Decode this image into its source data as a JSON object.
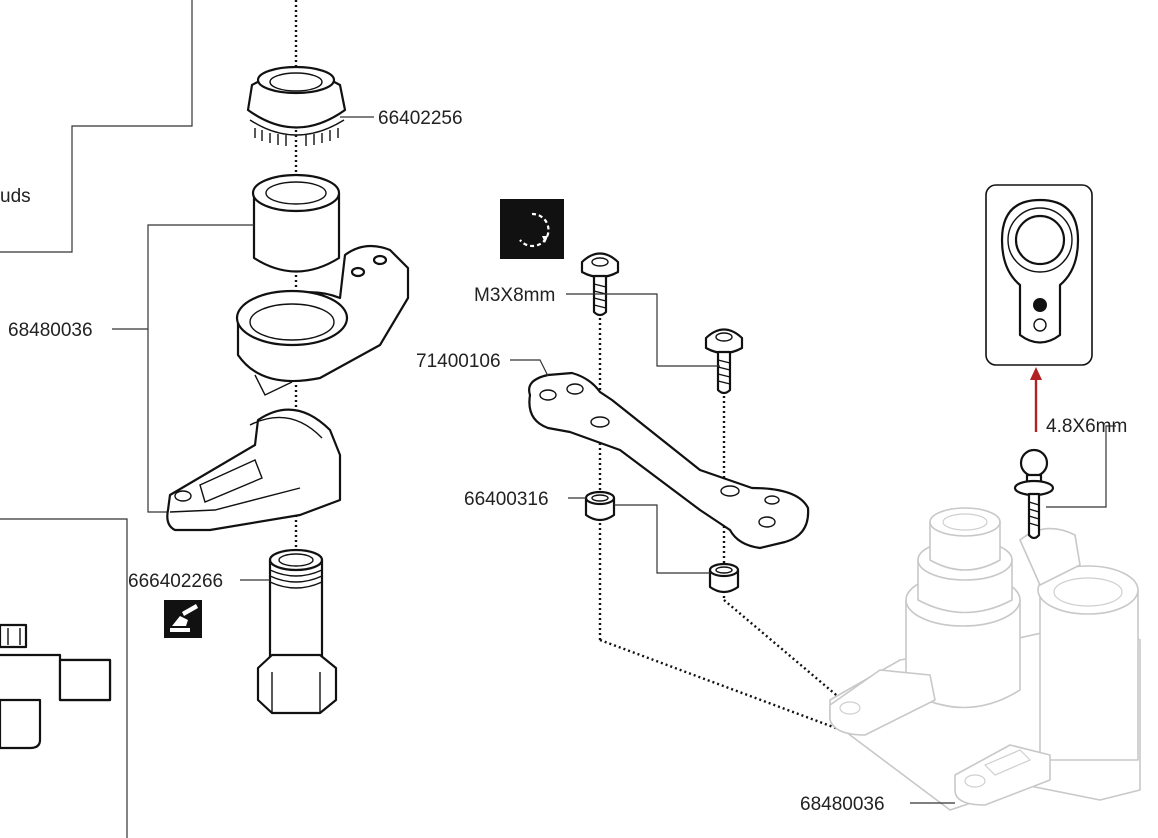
{
  "labels": {
    "upper_ring": "66402256",
    "steering_arm_left": "68480036",
    "screw": "M3X8mm",
    "link_plate": "71400106",
    "bushing": "66400316",
    "post": "666402266",
    "ball_stud": "4.8X6mm",
    "steering_arm_right": "68480036",
    "cutoff_text": "uds"
  },
  "icons": {
    "rotate": "rotate-clockwise-icon",
    "threadlock": "thread-lock-icon",
    "detail_inset": "ball-stud-hole-detail"
  },
  "colors": {
    "line": "#111111",
    "ghost": "#c8c8c8",
    "arrow": "#b22222",
    "icon_bg": "#111111"
  }
}
